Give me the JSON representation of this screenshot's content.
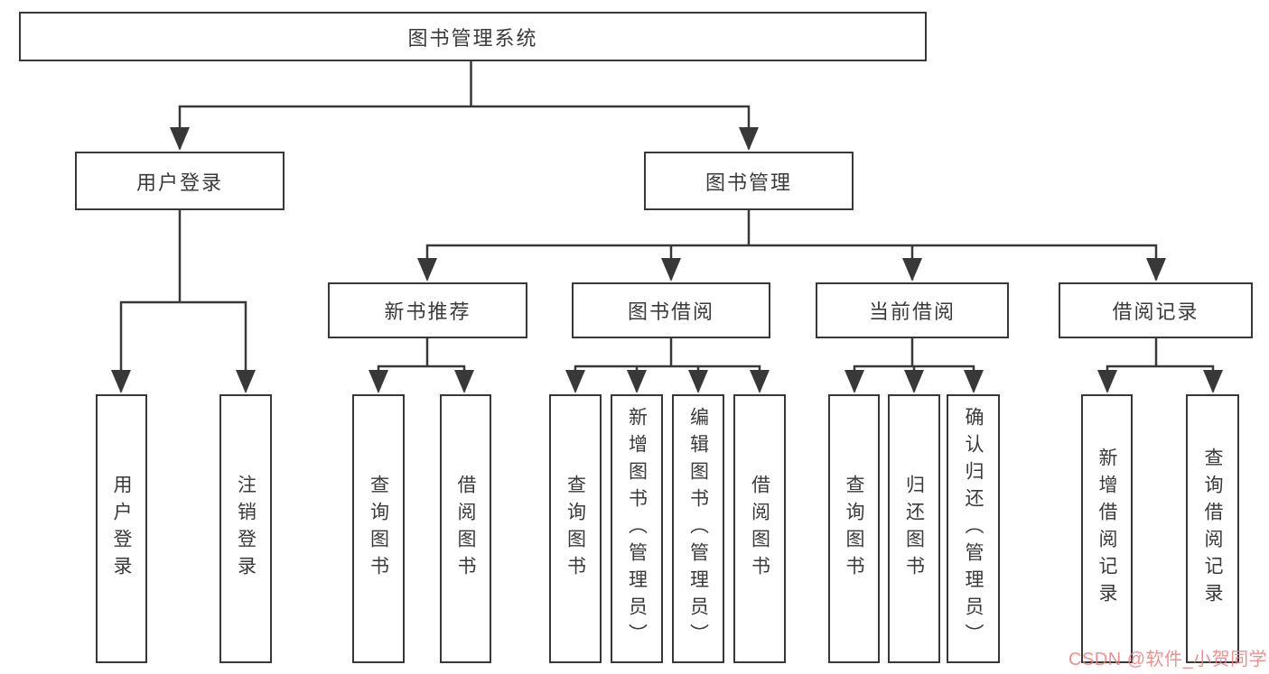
{
  "diagram_title": "图书管理系统",
  "nodes": {
    "root": "图书管理系统",
    "user_login": "用户登录",
    "book_mgmt": "图书管理",
    "new_book_rec": "新书推荐",
    "book_borrow": "图书借阅",
    "current_borrow": "当前借阅",
    "borrow_record": "借阅记录",
    "ul_login": "用户登录",
    "ul_logout": "注销登录",
    "nb_query": "查询图书",
    "nb_borrow": "借阅图书",
    "bb_query": "查询图书",
    "bb_add": "新增图书（管理员）",
    "bb_edit": "编辑图书（管理员）",
    "bb_borrow": "借阅图书",
    "cb_query": "查询图书",
    "cb_return": "归还图书",
    "cb_confirm": "确认归还（管理员）",
    "br_add": "新增借阅记录",
    "br_query": "查询借阅记录"
  },
  "hierarchy": {
    "root": "图书管理系统",
    "children": [
      {
        "label": "用户登录",
        "children": [
          "用户登录",
          "注销登录"
        ]
      },
      {
        "label": "图书管理",
        "children": [
          {
            "label": "新书推荐",
            "children": [
              "查询图书",
              "借阅图书"
            ]
          },
          {
            "label": "图书借阅",
            "children": [
              "查询图书",
              "新增图书（管理员）",
              "编辑图书（管理员）",
              "借阅图书"
            ]
          },
          {
            "label": "当前借阅",
            "children": [
              "查询图书",
              "归还图书",
              "确认归还（管理员）"
            ]
          },
          {
            "label": "借阅记录",
            "children": [
              "新增借阅记录",
              "查询借阅记录"
            ]
          }
        ]
      }
    ]
  },
  "watermark": {
    "text": "CSDN @软件_小贺同学",
    "color": "#ee7b7b"
  },
  "colors": {
    "line": "#383838",
    "box_border": "#383838",
    "text": "#3a3a3a",
    "background": "#ffffff"
  }
}
